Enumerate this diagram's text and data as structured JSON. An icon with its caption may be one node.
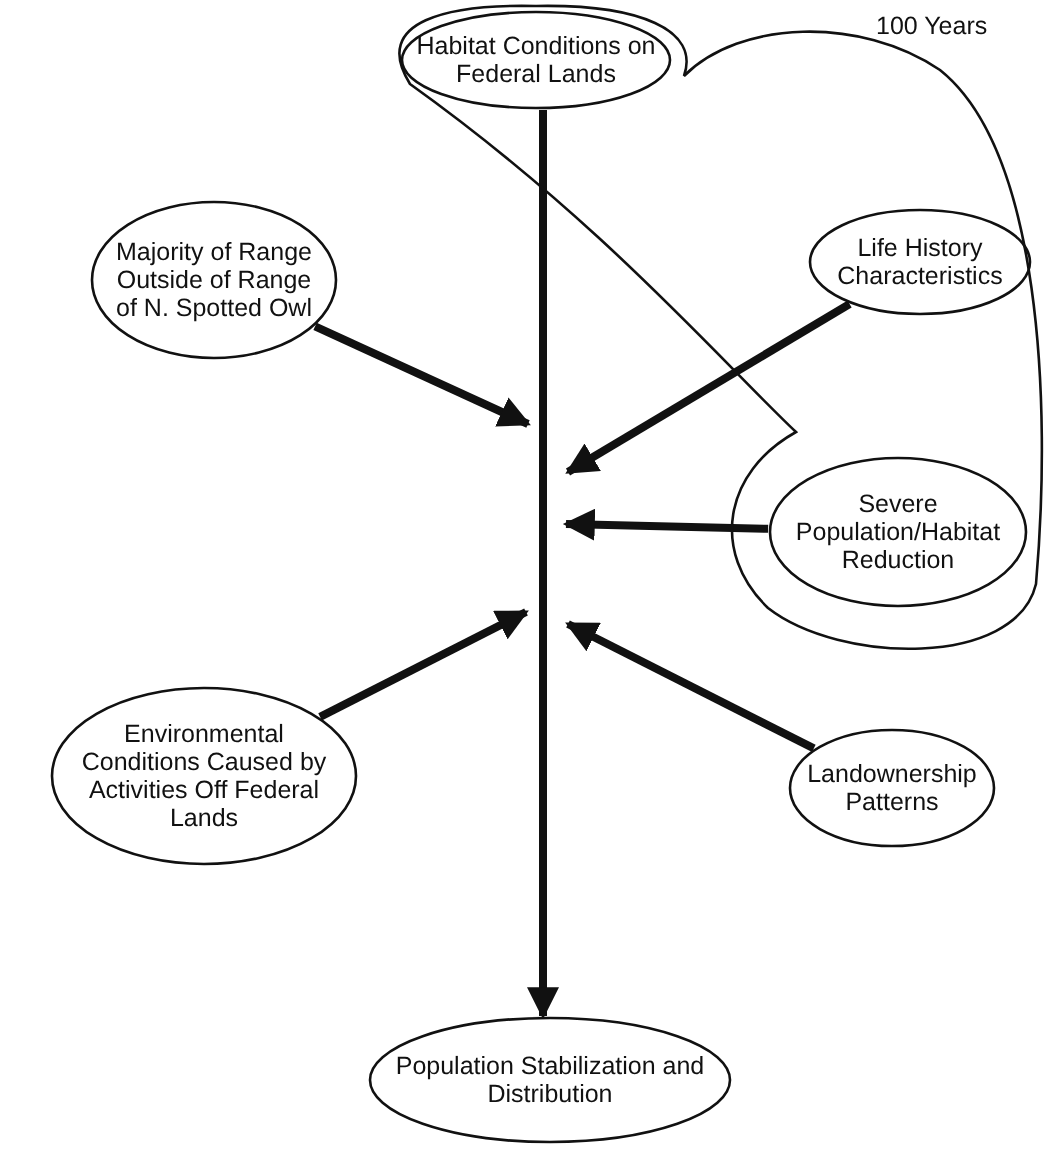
{
  "diagram": {
    "nodes": [
      {
        "text": [
          "100 Years"
        ]
      },
      {
        "text": [
          "Habitat Conditions on Federal Lands"
        ],
        "in": 0
      },
      {
        "text": [
          "Life History Characteristics"
        ],
        "in": 0
      },
      {
        "text": [
          "Majority of Range Outside of Range of N. Spotted Owl"
        ]
      },
      {
        "text": [
          "Severe Population/Habitat Reduction"
        ],
        "in": 0
      },
      {
        "text": [
          "Environmental Conditions Caused by Activities Off Federal Lands"
        ]
      },
      {
        "text": [
          "Landownership Patterns"
        ]
      },
      {
        "text": [
          "Population Stabilization and Distribution"
        ]
      }
    ],
    "edges": [
      {
        "from": 1,
        "to": 7,
        "arrow": "to"
      },
      {
        "from": 2,
        "to": null,
        "arrow": "to"
      },
      {
        "from": 3,
        "to": null,
        "arrow": "to"
      },
      {
        "from": 4,
        "to": null,
        "arrow": "to"
      },
      {
        "from": 5,
        "to": null,
        "arrow": "to"
      },
      {
        "from": 6,
        "to": null,
        "arrow": "to"
      }
    ]
  }
}
